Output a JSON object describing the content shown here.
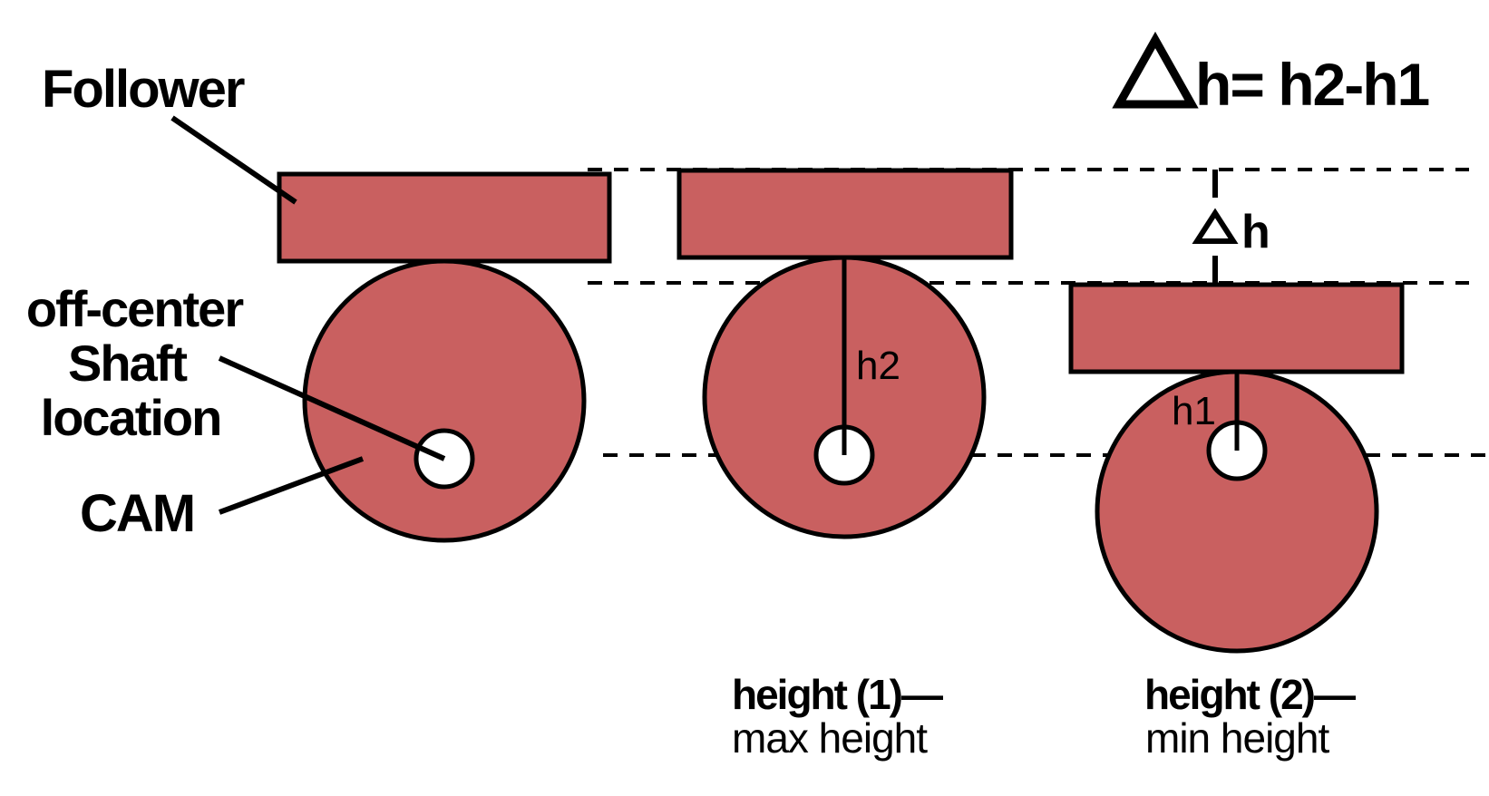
{
  "diagram": {
    "colors": {
      "fill": "#c96060",
      "stroke": "#000000",
      "background": "#ffffff"
    },
    "formula": {
      "delta_symbol": "triangle-delta-icon",
      "text": "h= h2-h1"
    },
    "labels": {
      "follower": "Follower",
      "shaft_line1": "off-center",
      "shaft_line2": "Shaft",
      "shaft_line3": "location",
      "cam": "CAM"
    },
    "height1": {
      "measure": "h2",
      "caption_bold": "height (1)—",
      "caption_regular": "max height"
    },
    "height2": {
      "measure": "h1",
      "caption_bold": "height (2)—",
      "caption_regular": "min height",
      "delta_label": "h"
    }
  }
}
